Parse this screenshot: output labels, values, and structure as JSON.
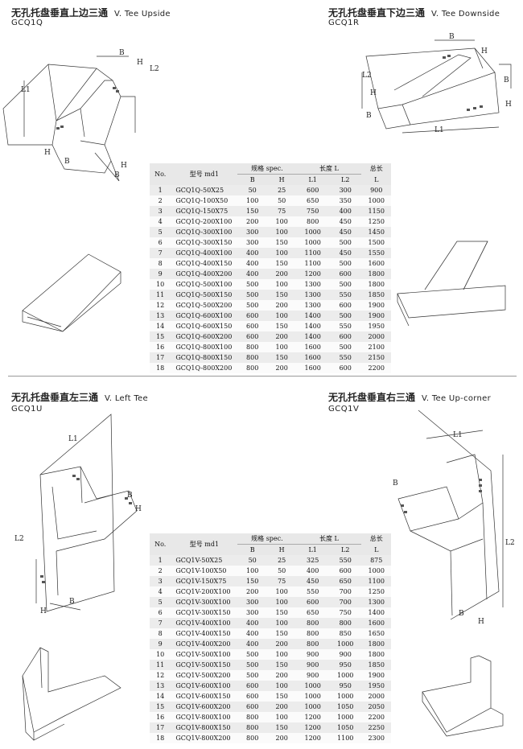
{
  "sections": [
    {
      "title_cn": "无孔托盘垂直上边三通",
      "title_en": "V. Tee Upside",
      "code": "GCQ1Q"
    },
    {
      "title_cn": "无孔托盘垂直下边三通",
      "title_en": "V. Tee Downside",
      "code": "GCQ1R"
    },
    {
      "title_cn": "无孔托盘垂直左三通",
      "title_en": "V. Left Tee",
      "code": "GCQ1U"
    },
    {
      "title_cn": "无孔托盘垂直右三通",
      "title_en": "V. Tee Up-corner",
      "code": "GCQ1V"
    }
  ],
  "dim_labels": {
    "L1": "L1",
    "L2": "L2",
    "B": "B",
    "H": "H"
  },
  "table_headers": {
    "no": "No.",
    "model": "型号  md1",
    "spec": "规格 spec.",
    "B": "B",
    "H": "H",
    "length": "长度 L",
    "L1": "L1",
    "L2": "L2",
    "total": "总长",
    "L": "L"
  },
  "table1": [
    [
      "1",
      "GCQ1Q-50X25",
      "50",
      "25",
      "600",
      "300",
      "900"
    ],
    [
      "2",
      "GCQ1Q-100X50",
      "100",
      "50",
      "650",
      "350",
      "1000"
    ],
    [
      "3",
      "GCQ1Q-150X75",
      "150",
      "75",
      "750",
      "400",
      "1150"
    ],
    [
      "4",
      "GCQ1Q-200X100",
      "200",
      "100",
      "800",
      "450",
      "1250"
    ],
    [
      "5",
      "GCQ1Q-300X100",
      "300",
      "100",
      "1000",
      "450",
      "1450"
    ],
    [
      "6",
      "GCQ1Q-300X150",
      "300",
      "150",
      "1000",
      "500",
      "1500"
    ],
    [
      "7",
      "GCQ1Q-400X100",
      "400",
      "100",
      "1100",
      "450",
      "1550"
    ],
    [
      "8",
      "GCQ1Q-400X150",
      "400",
      "150",
      "1100",
      "500",
      "1600"
    ],
    [
      "9",
      "GCQ1Q-400X200",
      "400",
      "200",
      "1200",
      "600",
      "1800"
    ],
    [
      "10",
      "GCQ1Q-500X100",
      "500",
      "100",
      "1300",
      "500",
      "1800"
    ],
    [
      "11",
      "GCQ1Q-500X150",
      "500",
      "150",
      "1300",
      "550",
      "1850"
    ],
    [
      "12",
      "GCQ1Q-500X200",
      "500",
      "200",
      "1300",
      "600",
      "1900"
    ],
    [
      "13",
      "GCQ1Q-600X100",
      "600",
      "100",
      "1400",
      "500",
      "1900"
    ],
    [
      "14",
      "GCQ1Q-600X150",
      "600",
      "150",
      "1400",
      "550",
      "1950"
    ],
    [
      "15",
      "GCQ1Q-600X200",
      "600",
      "200",
      "1400",
      "600",
      "2000"
    ],
    [
      "16",
      "GCQ1Q-800X100",
      "800",
      "100",
      "1600",
      "500",
      "2100"
    ],
    [
      "17",
      "GCQ1Q-800X150",
      "800",
      "150",
      "1600",
      "550",
      "2150"
    ],
    [
      "18",
      "GCQ1Q-800X200",
      "800",
      "200",
      "1600",
      "600",
      "2200"
    ]
  ],
  "table2": [
    [
      "1",
      "GCQ1V-50X25",
      "50",
      "25",
      "325",
      "550",
      "875"
    ],
    [
      "2",
      "GCQ1V-100X50",
      "100",
      "50",
      "400",
      "600",
      "1000"
    ],
    [
      "3",
      "GCQ1V-150X75",
      "150",
      "75",
      "450",
      "650",
      "1100"
    ],
    [
      "4",
      "GCQ1V-200X100",
      "200",
      "100",
      "550",
      "700",
      "1250"
    ],
    [
      "5",
      "GCQ1V-300X100",
      "300",
      "100",
      "600",
      "700",
      "1300"
    ],
    [
      "6",
      "GCQ1V-300X150",
      "300",
      "150",
      "650",
      "750",
      "1400"
    ],
    [
      "7",
      "GCQ1V-400X100",
      "400",
      "100",
      "800",
      "800",
      "1600"
    ],
    [
      "8",
      "GCQ1V-400X150",
      "400",
      "150",
      "800",
      "850",
      "1650"
    ],
    [
      "9",
      "GCQ1V-400X200",
      "400",
      "200",
      "800",
      "1000",
      "1800"
    ],
    [
      "10",
      "GCQ1V-500X100",
      "500",
      "100",
      "900",
      "900",
      "1800"
    ],
    [
      "11",
      "GCQ1V-500X150",
      "500",
      "150",
      "900",
      "950",
      "1850"
    ],
    [
      "12",
      "GCQ1V-500X200",
      "500",
      "200",
      "900",
      "1000",
      "1900"
    ],
    [
      "13",
      "GCQ1V-600X100",
      "600",
      "100",
      "1000",
      "950",
      "1950"
    ],
    [
      "14",
      "GCQ1V-600X150",
      "600",
      "150",
      "1000",
      "1000",
      "2000"
    ],
    [
      "15",
      "GCQ1V-600X200",
      "600",
      "200",
      "1000",
      "1050",
      "2050"
    ],
    [
      "16",
      "GCQ1V-800X100",
      "800",
      "100",
      "1200",
      "1000",
      "2200"
    ],
    [
      "17",
      "GCQ1V-800X150",
      "800",
      "150",
      "1200",
      "1050",
      "2250"
    ],
    [
      "18",
      "GCQ1V-800X200",
      "800",
      "200",
      "1200",
      "1100",
      "2300"
    ]
  ]
}
